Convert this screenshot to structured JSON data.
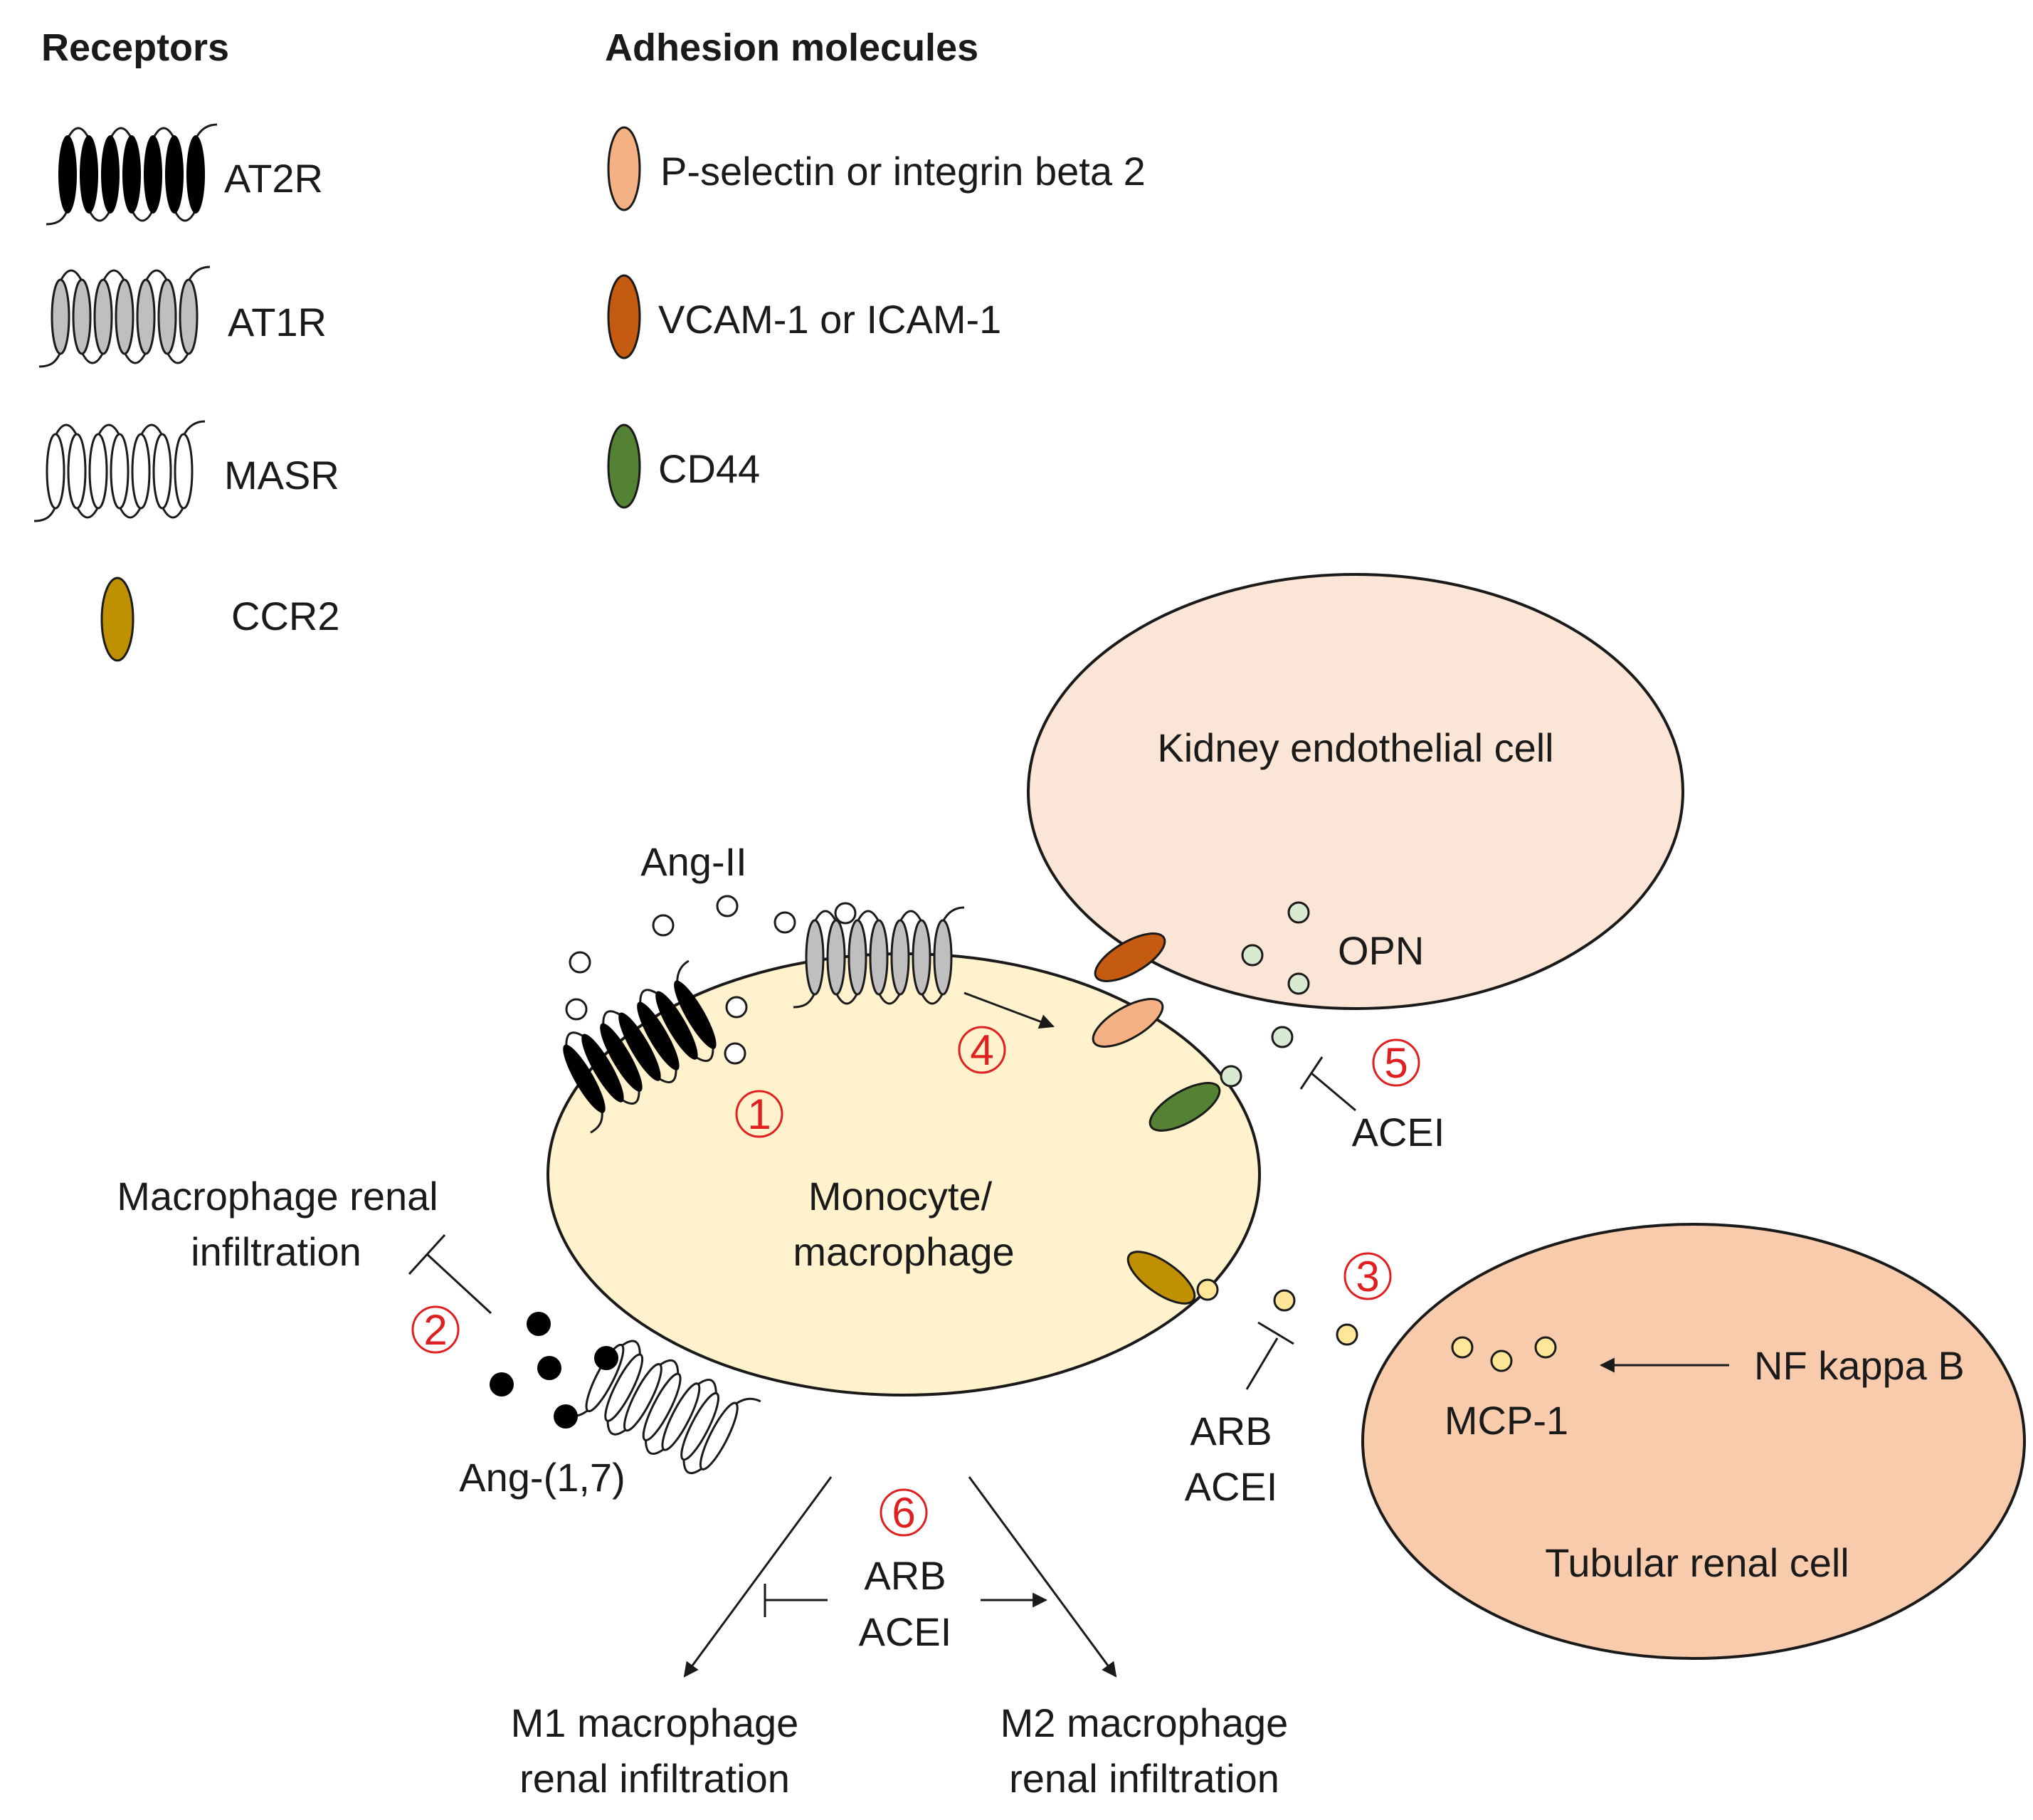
{
  "legend": {
    "receptors_header": "Receptors",
    "adhesion_header": "Adhesion molecules",
    "receptors": [
      {
        "label": "AT2R",
        "fill": "#000000"
      },
      {
        "label": "AT1R",
        "fill": "#bfbfbf"
      },
      {
        "label": "MASR",
        "fill": "#ffffff"
      },
      {
        "label": "CCR2",
        "fill": "#bf9000"
      }
    ],
    "adhesion": [
      {
        "label": "P-selectin or integrin beta 2",
        "fill": "#f4b183"
      },
      {
        "label": "VCAM-1 or ICAM-1",
        "fill": "#c55a11"
      },
      {
        "label": "CD44",
        "fill": "#548235"
      }
    ]
  },
  "cells": {
    "endothelial": {
      "label": "Kidney endothelial cell",
      "fill": "#fbe5d6"
    },
    "monocyte": {
      "label_line1": "Monocyte/",
      "label_line2": "macrophage",
      "fill": "#fff2cc"
    },
    "tubular": {
      "label": "Tubular renal cell",
      "fill": "#f8cbad"
    }
  },
  "labels": {
    "ang2": "Ang-II",
    "ang17": "Ang-(1,7)",
    "opn": "OPN",
    "mcp1": "MCP-1",
    "nfkb": "NF kappa B",
    "macrophage_infiltration_line1": "Macrophage renal",
    "macrophage_infiltration_line2": "infiltration",
    "acei_5": "ACEI",
    "arb_3": "ARB",
    "acei_3": "ACEI",
    "arb_6": "ARB",
    "acei_6": "ACEI",
    "m1_line1": "M1 macrophage",
    "m1_line2": "renal infiltration",
    "m2_line1": "M2 macrophage",
    "m2_line2": "renal infiltration"
  },
  "steps": {
    "s1": "1",
    "s2": "2",
    "s3": "3",
    "s4": "4",
    "s5": "5",
    "s6": "6"
  },
  "colors": {
    "step_number": "#e02020",
    "opn_dot": "#d9ead3",
    "mcp1_dot": "#ffe699",
    "ang17_dot": "#000000",
    "ang2_dot": "#ffffff"
  }
}
